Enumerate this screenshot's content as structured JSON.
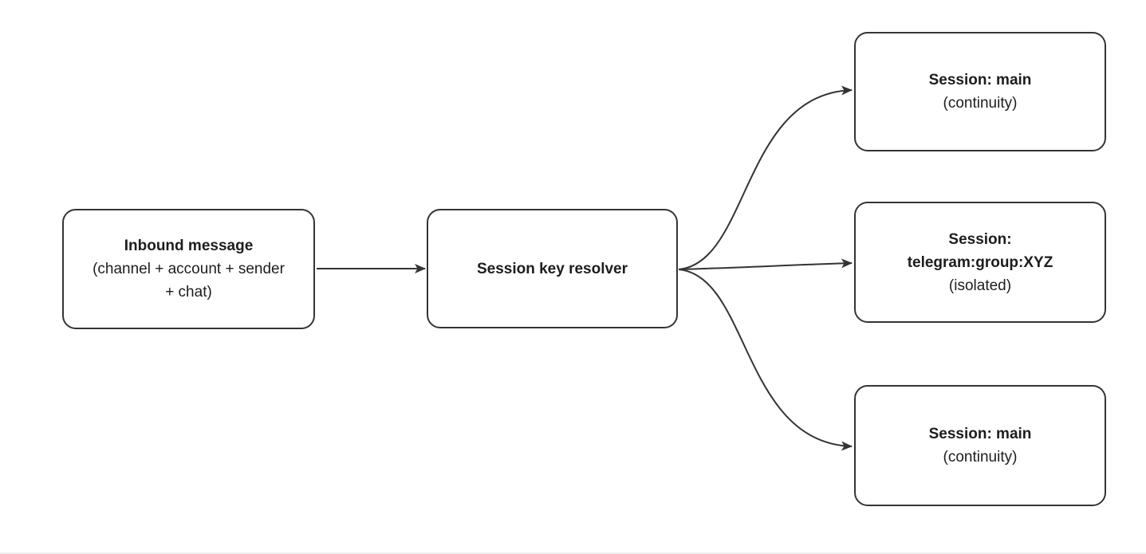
{
  "colors": {
    "node_border": "#343434",
    "text": "#1d1d1d",
    "edge": "#343434",
    "background": "#ffffff",
    "bottom_divider": "#ededed"
  },
  "nodes": {
    "inbound": {
      "title": "Inbound message",
      "subtitle": "(channel + account + sender\n+ chat)"
    },
    "resolver": {
      "title": "Session key resolver",
      "subtitle": ""
    },
    "session_top": {
      "title": "Session: main",
      "subtitle": "(continuity)"
    },
    "session_group": {
      "title": "Session:\ntelegram:group:XYZ",
      "subtitle": "(isolated)"
    },
    "session_bottom": {
      "title": "Session: main",
      "subtitle": "(continuity)"
    }
  },
  "edges": [
    {
      "from": "inbound",
      "to": "resolver"
    },
    {
      "from": "resolver",
      "to": "session_top"
    },
    {
      "from": "resolver",
      "to": "session_group"
    },
    {
      "from": "resolver",
      "to": "session_bottom"
    }
  ]
}
